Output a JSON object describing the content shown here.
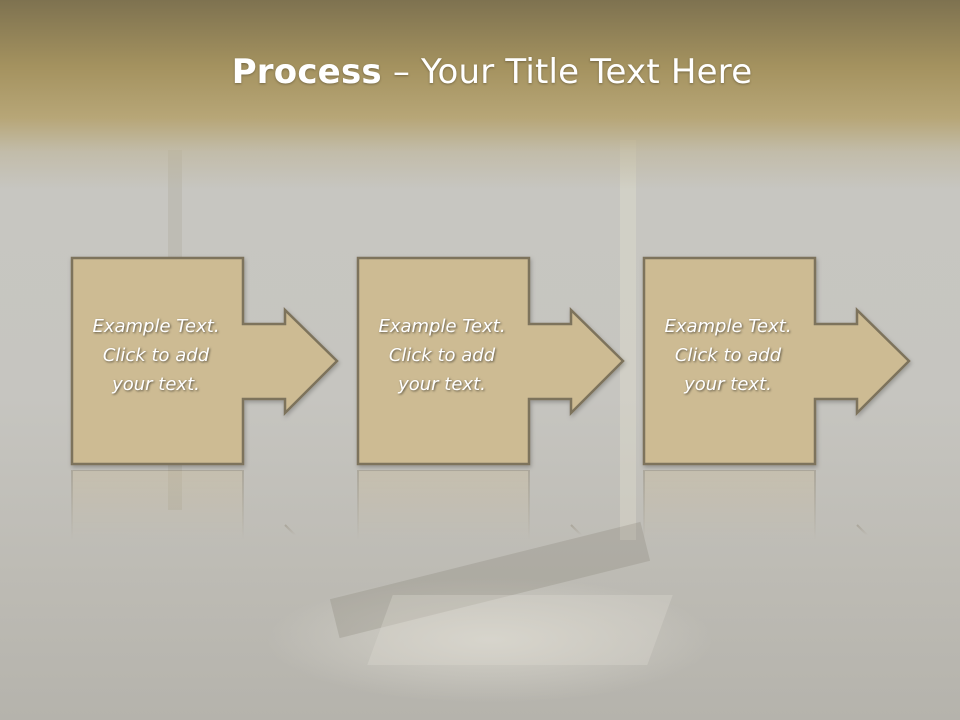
{
  "slide": {
    "title_bold": "Process",
    "title_rest": " – Your Title Text Here"
  },
  "steps": [
    {
      "line1": "Example Text.",
      "line2": "Click  to add",
      "line3": "your text."
    },
    {
      "line1": "Example Text.",
      "line2": "Click  to add",
      "line3": "your text."
    },
    {
      "line1": "Example Text.",
      "line2": "Click  to add",
      "line3": "your text."
    }
  ],
  "colors": {
    "box_fill": "#cdbb93",
    "box_border": "#7d735c",
    "header": "#b4a26f",
    "title_text": "#ffffff"
  }
}
